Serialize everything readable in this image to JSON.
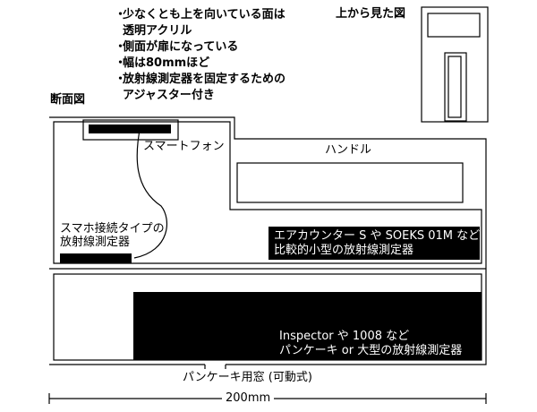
{
  "notes": [
    {
      "text": "少なくとも上を向いている面は",
      "cont": "透明アクリル"
    },
    {
      "text": "側面が扉になっている",
      "cont": ""
    },
    {
      "text": "幅は80mmほど",
      "cont": ""
    },
    {
      "text": "放射線測定器を固定するための",
      "cont": "アジャスター付き"
    }
  ],
  "bullet": "・",
  "top_view_label": "上から見た図",
  "section_label": "断面図",
  "labels": {
    "smartphone": "スマートフォン",
    "handle": "ハンドル",
    "probe_line1": "スマホ接続タイプの",
    "probe_line2": "放射線測定器",
    "small_line1": "エアカウンター S や SOEKS 01M など",
    "small_line2": "比較的小型の放射線測定器",
    "large_line1": "Inspector や 1008 など",
    "large_line2": "パンケーキ or 大型の放射線測定器",
    "window": "パンケーキ用窓 (可動式)",
    "width": "200mm"
  },
  "colors": {
    "ink": "#000000",
    "paper": "#ffffff"
  }
}
